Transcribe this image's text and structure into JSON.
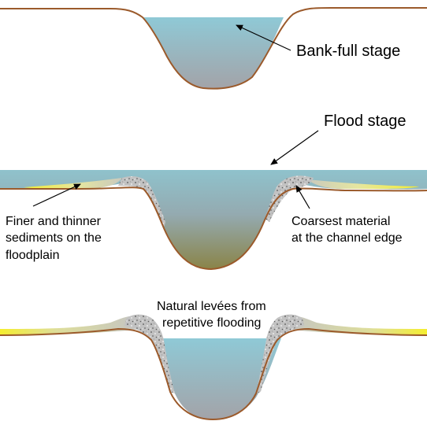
{
  "colors": {
    "water_top": "#8fc9d6",
    "water_bottom": "#9aa7ad",
    "flood_bottom": "#8a8a50",
    "ground_line": "#9b5a2b",
    "fine_sediment": "#f2ea3a",
    "coarse_sediment": "#b9b9b9"
  },
  "panels": [
    {
      "id": "bank_full",
      "labels": [
        {
          "key": "bank_full",
          "text": "Bank-full stage"
        }
      ]
    },
    {
      "id": "flood",
      "labels": [
        {
          "key": "flood_stage",
          "text": "Flood stage"
        },
        {
          "key": "finer_line1",
          "text": "Finer and thinner"
        },
        {
          "key": "finer_line2",
          "text": "sediments on the"
        },
        {
          "key": "finer_line3",
          "text": "floodplain"
        },
        {
          "key": "coarse_line1",
          "text": "Coarsest material"
        },
        {
          "key": "coarse_line2",
          "text": "at the channel edge"
        }
      ]
    },
    {
      "id": "levees",
      "labels": [
        {
          "key": "levee_line1",
          "text": "Natural levées from"
        },
        {
          "key": "levee_line2",
          "text": "repetitive flooding"
        }
      ]
    }
  ]
}
